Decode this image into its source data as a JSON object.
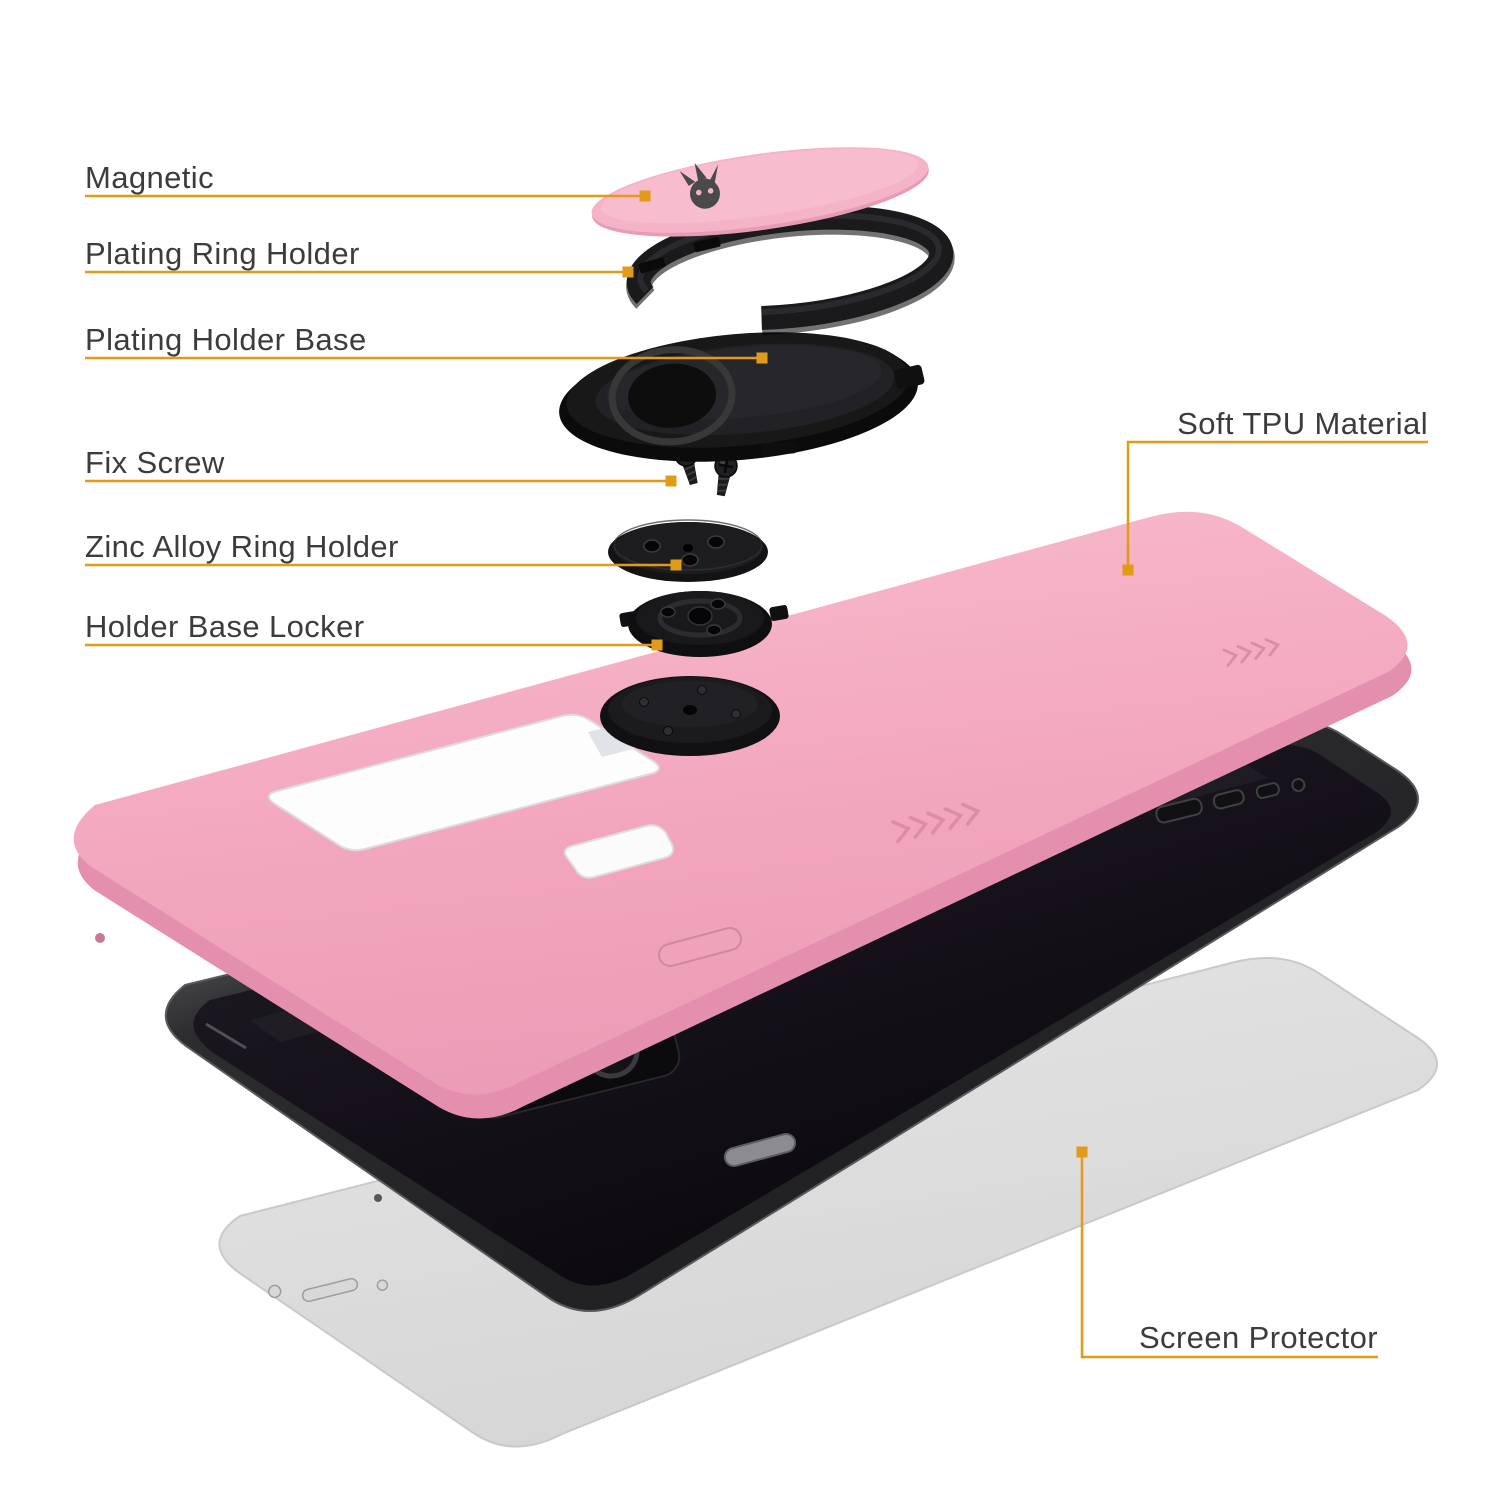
{
  "diagram": {
    "type": "exploded-product-diagram",
    "subject": "magnetic ring holder phone case, pink, with screen protector",
    "accent_color": "#E09C18",
    "text_color": "#3C3C3C",
    "labels": {
      "magnetic": "Magnetic",
      "plating_ring_holder": "Plating Ring Holder",
      "plating_holder_base": "Plating Holder Base",
      "fix_screw": "Fix Screw",
      "zinc_alloy_ring_holder": "Zinc Alloy Ring Holder",
      "holder_base_locker": "Holder Base Locker",
      "soft_tpu_material": "Soft TPU Material",
      "screen_protector": "Screen Protector"
    },
    "parts": {
      "magnetic_plate_color": "#F4AFC4",
      "magnetic_plate_logo_icon": "skull-mohawk-logo",
      "case_color": "#F3A8BF",
      "hardware_color": "#141414",
      "phone_color": "#1A1A1C",
      "protector_color": "#C9C9C9"
    }
  }
}
